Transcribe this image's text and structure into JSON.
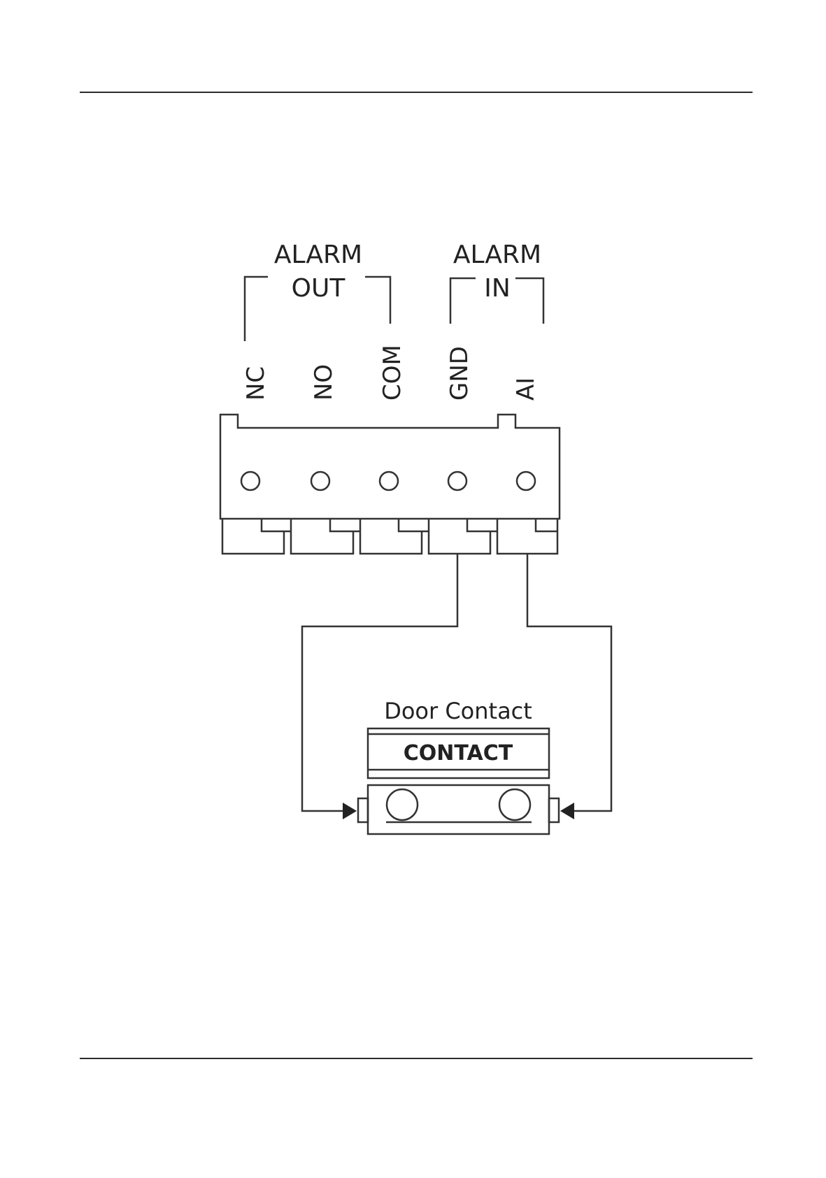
{
  "groups": {
    "alarm_out": {
      "line1": "ALARM",
      "line2": "OUT"
    },
    "alarm_in": {
      "line1": "ALARM",
      "line2": "IN"
    }
  },
  "pins": [
    "NC",
    "NO",
    "COM",
    "GND",
    "AI"
  ],
  "device": {
    "title": "Door Contact",
    "badge": "CONTACT"
  },
  "colors": {
    "line": "#333333",
    "text": "#222222"
  }
}
